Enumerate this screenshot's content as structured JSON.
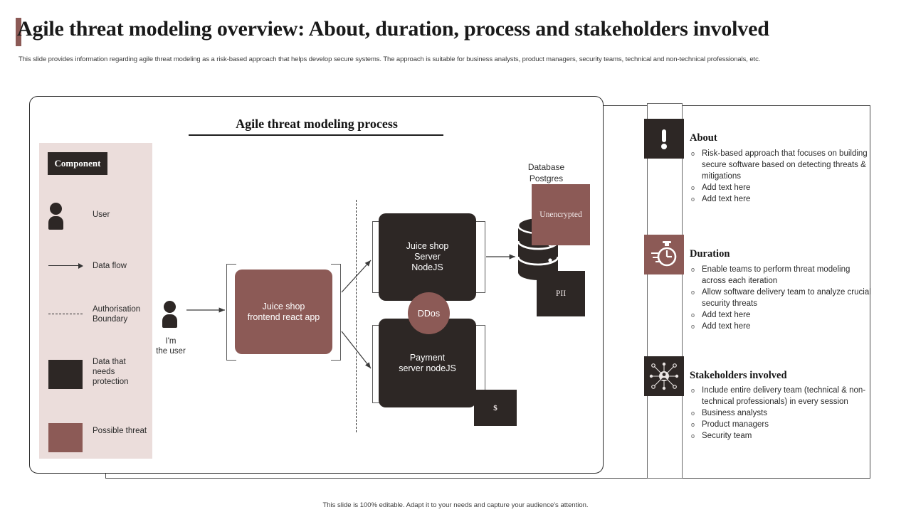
{
  "header": {
    "title": "Agile threat modeling overview: About, duration, process and stakeholders involved",
    "subtitle": "This slide provides information regarding agile threat modeling  as a risk-based approach that helps develop secure systems. The approach is suitable for business analysts, product managers, security teams, technical and non-technical professionals, etc."
  },
  "diagram": {
    "heading": "Agile threat modeling process",
    "legend": {
      "chip_label": "Component",
      "items": [
        {
          "label": "User",
          "icon": "user-icon"
        },
        {
          "label": "Data flow",
          "icon": "arrow-icon"
        },
        {
          "label": "Authorisation Boundary",
          "icon": "dashed-line-icon"
        },
        {
          "label": "Data that needs protection",
          "icon": "dark-square-icon"
        },
        {
          "label": "Possible threat",
          "icon": "threat-square-icon"
        }
      ]
    },
    "actor": {
      "caption_line1": "I'm",
      "caption_line2": "the user"
    },
    "nodes": {
      "frontend": "Juice shop\nfrontend react app",
      "server": "Juice shop\nServer\nNodeJS",
      "payment": "Payment\nserver nodeJS",
      "ddos": "DDos"
    },
    "database": {
      "label_line1": "Database",
      "label_line2": "Postgres",
      "unencrypted": "Unencrypted",
      "pii": "PII",
      "money": "$"
    }
  },
  "info_blocks": [
    {
      "icon": "exclamation-icon",
      "icon_style": "dark",
      "title": "About",
      "items": [
        "Risk-based approach that focuses on building secure software based on detecting threats & mitigations",
        "Add text here",
        "Add text here"
      ]
    },
    {
      "icon": "stopwatch-icon",
      "icon_style": "threat",
      "title": "Duration",
      "items": [
        "Enable teams to perform  threat modeling across each iteration",
        "Allow software delivery  team to analyze crucial security threats",
        "Add text here",
        "Add text here"
      ]
    },
    {
      "icon": "stakeholder-network-icon",
      "icon_style": "dark",
      "title": "Stakeholders involved",
      "items": [
        "Include entire delivery  team (technical & non-technical  professionals) in every session",
        "Business analysts",
        "Product managers",
        "Security team"
      ]
    }
  ],
  "footer": {
    "note": "This slide is 100% editable. Adapt it to your needs and capture your audience's attention."
  },
  "colors": {
    "threat": "#8C5A56",
    "dark": "#2D2725",
    "panel": "#EBDDDB"
  }
}
